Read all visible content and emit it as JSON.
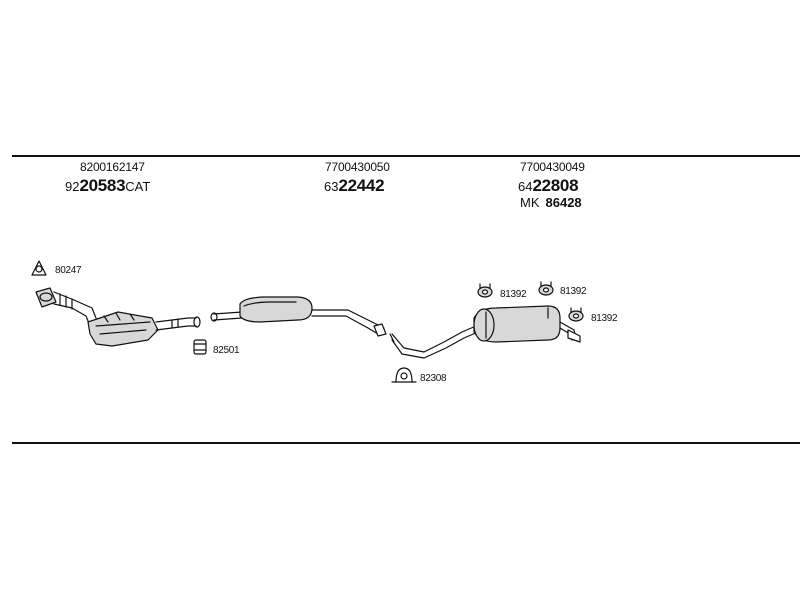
{
  "groups": [
    {
      "ref": "8200162147",
      "prefix": "92",
      "main": "20583",
      "suffix": "CAT"
    },
    {
      "ref": "7700430050",
      "prefix": "63",
      "main": "22442",
      "suffix": ""
    },
    {
      "ref": "7700430049",
      "prefix": "64",
      "main": "22808",
      "suffix": "",
      "extra_prefix": "MK",
      "extra": "86428"
    }
  ],
  "parts": [
    {
      "label": "80247"
    },
    {
      "label": "82501"
    },
    {
      "label": "82308"
    },
    {
      "label": "81392"
    },
    {
      "label": "81392"
    },
    {
      "label": "81392"
    }
  ],
  "colors": {
    "line": "#111111",
    "part_fill": "#d8d8d8",
    "background": "#ffffff"
  }
}
